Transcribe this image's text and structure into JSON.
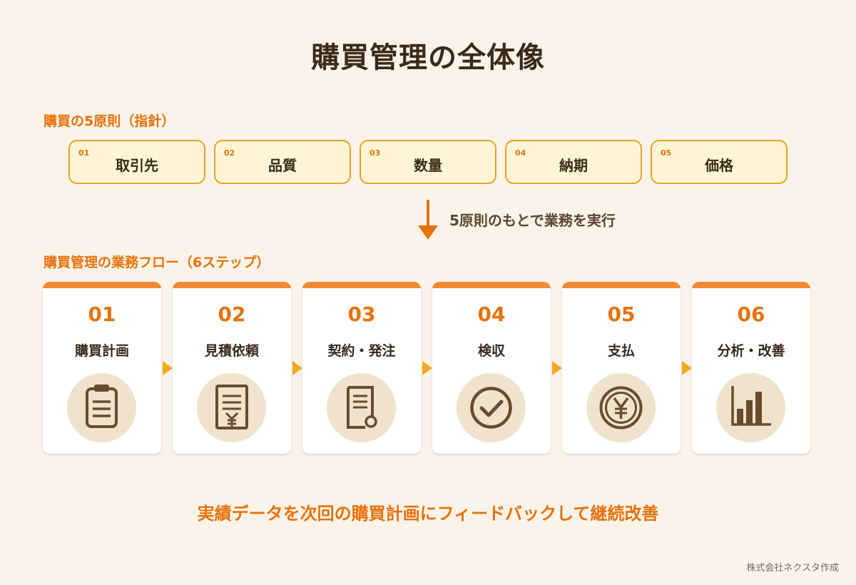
{
  "title": "購買管理の全体像",
  "principles_section": {
    "label": "購買の5原則（指針）",
    "items": [
      {
        "num": "01",
        "label": "取引先"
      },
      {
        "num": "02",
        "label": "品質"
      },
      {
        "num": "03",
        "label": "数量"
      },
      {
        "num": "04",
        "label": "納期"
      },
      {
        "num": "05",
        "label": "価格"
      }
    ]
  },
  "connector": {
    "note": "5原則のもとで業務を実行"
  },
  "flow_section": {
    "label": "購買管理の業務フロー（6ステップ）",
    "steps": [
      {
        "num": "01",
        "label": "購買計画",
        "icon": "clipboard-icon"
      },
      {
        "num": "02",
        "label": "見積依頼",
        "icon": "yen-document-icon"
      },
      {
        "num": "03",
        "label": "契約・発注",
        "icon": "contract-document-icon"
      },
      {
        "num": "04",
        "label": "検収",
        "icon": "check-circle-icon"
      },
      {
        "num": "05",
        "label": "支払",
        "icon": "yen-coin-icon"
      },
      {
        "num": "06",
        "label": "分析・改善",
        "icon": "bar-chart-icon"
      }
    ]
  },
  "feedback_note": "実績データを次回の購買計画にフィードバックして継続改善",
  "credit": "株式会社ネクスタ作成",
  "colors": {
    "background": "#fbf3e9",
    "accent_orange": "#e8720c",
    "card_bar": "#f28a33",
    "principle_fill": "#fff5d6",
    "principle_border": "#f0a020",
    "icon_circle": "#efe3cc",
    "icon_stroke": "#6b4a2e",
    "text_dark": "#3b2a1a"
  }
}
